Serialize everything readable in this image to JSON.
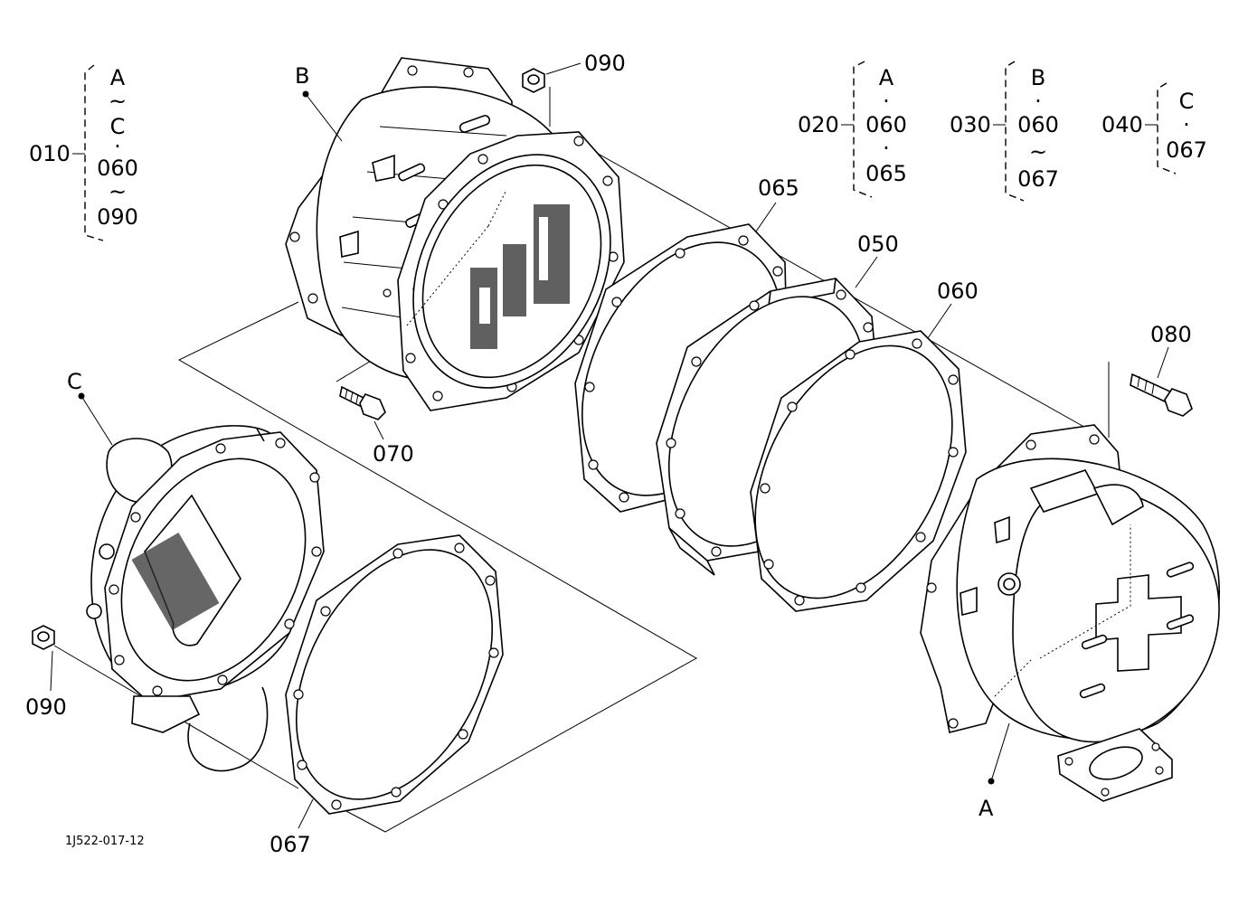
{
  "labels": {
    "p010": "010",
    "p020": "020",
    "p030": "030",
    "p040": "040",
    "p050": "050",
    "p060": "060",
    "p065": "065",
    "p067": "067",
    "p070": "070",
    "p080": "080",
    "p090_top": "090",
    "p090_left": "090"
  },
  "groups": {
    "g010": [
      "A",
      "~",
      "C",
      "·",
      "060",
      "~",
      "090"
    ],
    "g020": [
      "A",
      "·",
      "060",
      "·",
      "065"
    ],
    "g030": [
      "B",
      "·",
      "060",
      "~",
      "067"
    ],
    "g040": [
      "C",
      "·",
      "067"
    ]
  },
  "callouts": {
    "a": "A",
    "b": "B",
    "c": "C"
  },
  "drawing_number": "1J522-017-12"
}
